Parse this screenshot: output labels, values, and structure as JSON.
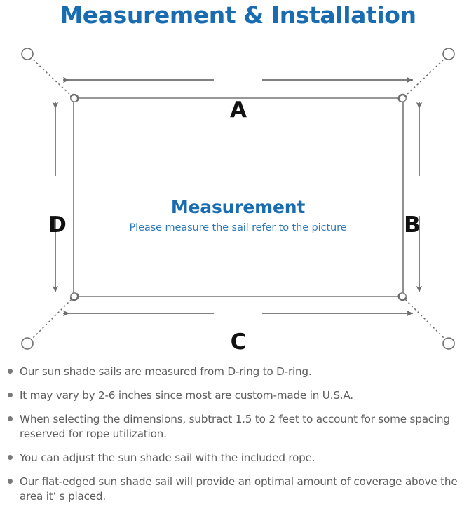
{
  "page": {
    "title": "Measurement & Installation",
    "background_color": "#ffffff",
    "accent_color": "#1a6cb0",
    "line_color": "#6e6e6e",
    "text_color": "#5d5d5d"
  },
  "diagram": {
    "center_title": "Measurement",
    "center_subtitle": "Please measure the sail refer to the picture",
    "dimensions": {
      "top": "A",
      "right": "B",
      "bottom": "C",
      "left": "D"
    },
    "icon_names": {
      "anchor_point": "anchor-circle-icon",
      "d_ring": "d-ring-icon",
      "rope": "dotted-rope-line",
      "dimension_arrow": "double-arrow-icon",
      "sail": "sail-rectangle"
    }
  },
  "notes": [
    "Our sun shade sails are measured from D-ring to D-ring.",
    "It may vary by 2-6 inches since most are custom-made in U.S.A.",
    "When selecting the dimensions, subtract 1.5 to 2 feet to account for some spacing reserved for rope utilization.",
    "You can adjust the sun shade sail with the included rope.",
    "Our flat-edged sun shade sail will provide an optimal amount of coverage above the area it’ s placed."
  ]
}
